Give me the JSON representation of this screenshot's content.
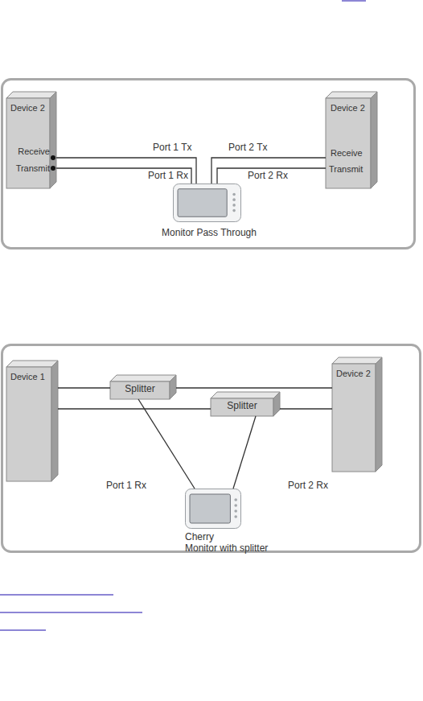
{
  "diagram": {
    "nodes": [
      {
        "text": [
          "Device 2",
          "Receive",
          "Transmit"
        ]
      },
      {
        "text": [
          "Monitor Pass Through"
        ]
      },
      {
        "text": [
          "Device 2",
          "Receive",
          "Transmit"
        ]
      },
      {
        "text": [
          "Device 1"
        ]
      },
      {
        "text": [
          "Splitter"
        ]
      },
      {
        "text": [
          "Splitter"
        ]
      },
      {
        "text": [
          "Device 2"
        ]
      },
      {
        "text": [
          "Cherry",
          "Monitor with splitter"
        ]
      }
    ],
    "edges": [
      {
        "from": 1,
        "to": 0,
        "label": "Port 1 Tx",
        "arrow": "none"
      },
      {
        "from": 0,
        "to": 1,
        "label": "Port 1 Rx",
        "arrow": "none"
      },
      {
        "from": 1,
        "to": 2,
        "label": "Port 2 Tx",
        "arrow": "none"
      },
      {
        "from": 2,
        "to": 1,
        "label": "Port 2 Rx",
        "arrow": "none"
      },
      {
        "from": 3,
        "to": 4,
        "arrow": "none"
      },
      {
        "from": 4,
        "to": 6,
        "arrow": "none"
      },
      {
        "from": 3,
        "to": 5,
        "arrow": "none"
      },
      {
        "from": 5,
        "to": 6,
        "arrow": "none"
      },
      {
        "from": 4,
        "to": 7,
        "label": "Port 1 Rx",
        "arrow": "none"
      },
      {
        "from": 5,
        "to": 7,
        "label": "Port 2 Rx",
        "arrow": "none"
      }
    ]
  }
}
